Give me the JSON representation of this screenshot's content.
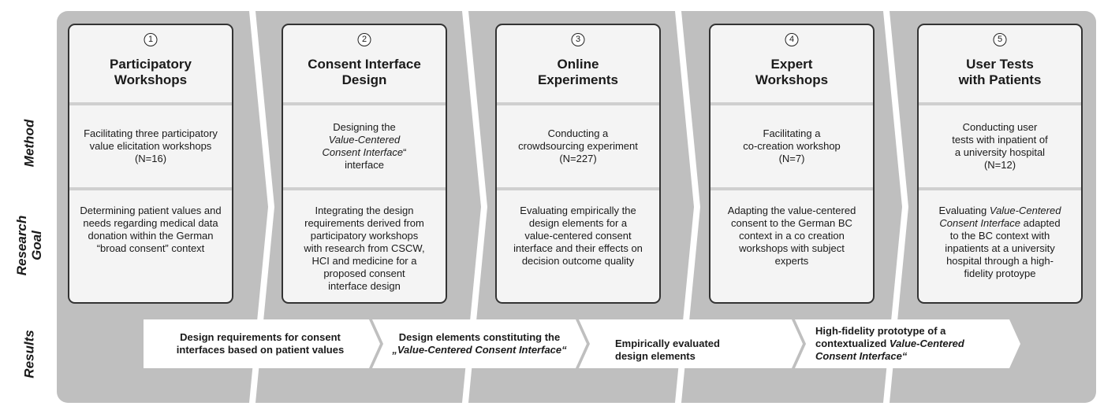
{
  "row_labels": {
    "method": "Method",
    "goal": "Research\nGoal",
    "results": "Results"
  },
  "steps": [
    {
      "number": "1",
      "title": "Participatory\nWorkshops",
      "method": "Facilitating three participatory\nvalue elicitation workshops\n(N=16)",
      "goal": "Determining patient values and\nneeds regarding medical data\ndonation within the German\n“broad consent” context"
    },
    {
      "number": "2",
      "title": "Consent Interface\nDesign",
      "method_parts": [
        "Designing the\n",
        "Value-Centered\nConsent Interface",
        "“\ninterface"
      ],
      "goal": "Integrating the design\nrequirements derived from\nparticipatory workshops\nwith research from CSCW,\nHCI and medicine for a\nproposed consent\ninterface design"
    },
    {
      "number": "3",
      "title": "Online\nExperiments",
      "method": "Conducting a\ncrowdsourcing experiment\n(N=227)",
      "goal": "Evaluating empirically the\ndesign elements for a\nvalue-centered consent\ninterface and their effects on\ndecision outcome quality"
    },
    {
      "number": "4",
      "title": "Expert\nWorkshops",
      "method": "Facilitating a\nco-creation workshop\n(N=7)",
      "goal": "Adapting the value-centered\nconsent to the German BC\ncontext  in a co creation\nworkshops with subject\nexperts"
    },
    {
      "number": "5",
      "title": "User Tests\nwith Patients",
      "method": "Conducting user\ntests with inpatient of\na university hospital\n(N=12)",
      "goal_parts": [
        "Evaluating ",
        "Value-Centered\nConsent Interface",
        " adapted\nto the BC context with\ninpatients at a university\nhospital through a high-\nfidelity protoype"
      ]
    }
  ],
  "results": [
    {
      "text": "Design requirements for consent\ninterfaces based on patient values"
    },
    {
      "text_parts": [
        "Design elements constituting the\n",
        "„Value-Centered Consent Interface“"
      ]
    },
    {
      "text": "Empirically evaluated\ndesign elements"
    },
    {
      "text_parts": [
        "High-fidelity prototype of a\ncontextualized ",
        "Value-Centered\nConsent Interface“"
      ]
    }
  ],
  "colors": {
    "panel": "#bfbfbf",
    "card_fill": "#f4f4f4",
    "card_border": "#333333",
    "divider": "#cfcfcf",
    "result_box": "#ffffff"
  }
}
